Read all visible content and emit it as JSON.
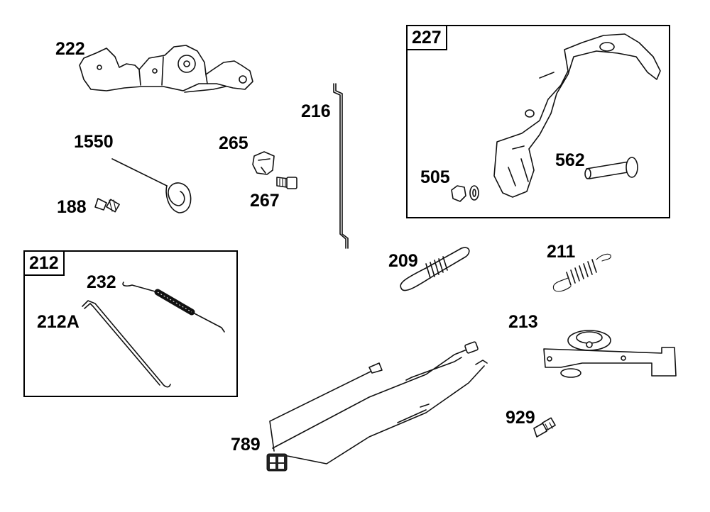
{
  "labels": {
    "p222": "222",
    "p1550": "1550",
    "p188": "188",
    "p265": "265",
    "p267": "267",
    "p216": "216",
    "p227": "227",
    "p505": "505",
    "p562": "562",
    "p209": "209",
    "p211": "211",
    "p212": "212",
    "p232": "232",
    "p212a": "212A",
    "p213": "213",
    "p789": "789",
    "p929": "929"
  },
  "colors": {
    "line": "#111111",
    "background": "#ffffff"
  }
}
